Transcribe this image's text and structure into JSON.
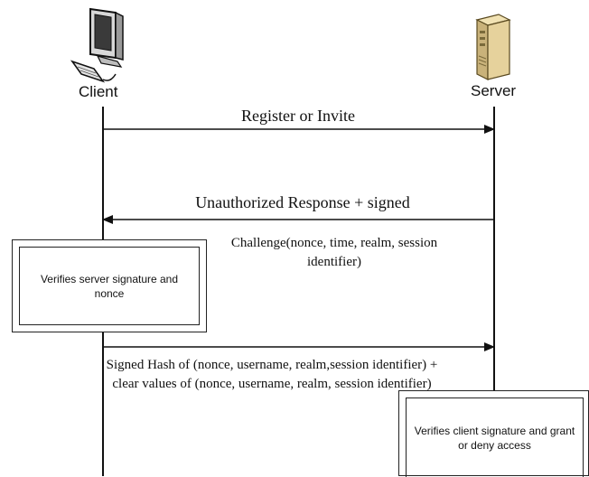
{
  "actors": {
    "client": {
      "label": "Client",
      "icon": "desktop-computer-icon"
    },
    "server": {
      "label": "Server",
      "icon": "server-tower-icon"
    }
  },
  "messages": [
    {
      "from": "client",
      "to": "server",
      "label": "Register or Invite"
    },
    {
      "from": "server",
      "to": "client",
      "label": "Unauthorized Response + signed",
      "sub_label": "Challenge(nonce, time, realm, session identifier)"
    },
    {
      "from": "client",
      "to": "server",
      "label": "Signed Hash of (nonce, username, realm,session identifier) + clear values of (nonce, username, realm, session identifier)"
    }
  ],
  "notes": {
    "client": "Verifies server signature and nonce",
    "server": "Verifies client signature and grant or deny access"
  }
}
